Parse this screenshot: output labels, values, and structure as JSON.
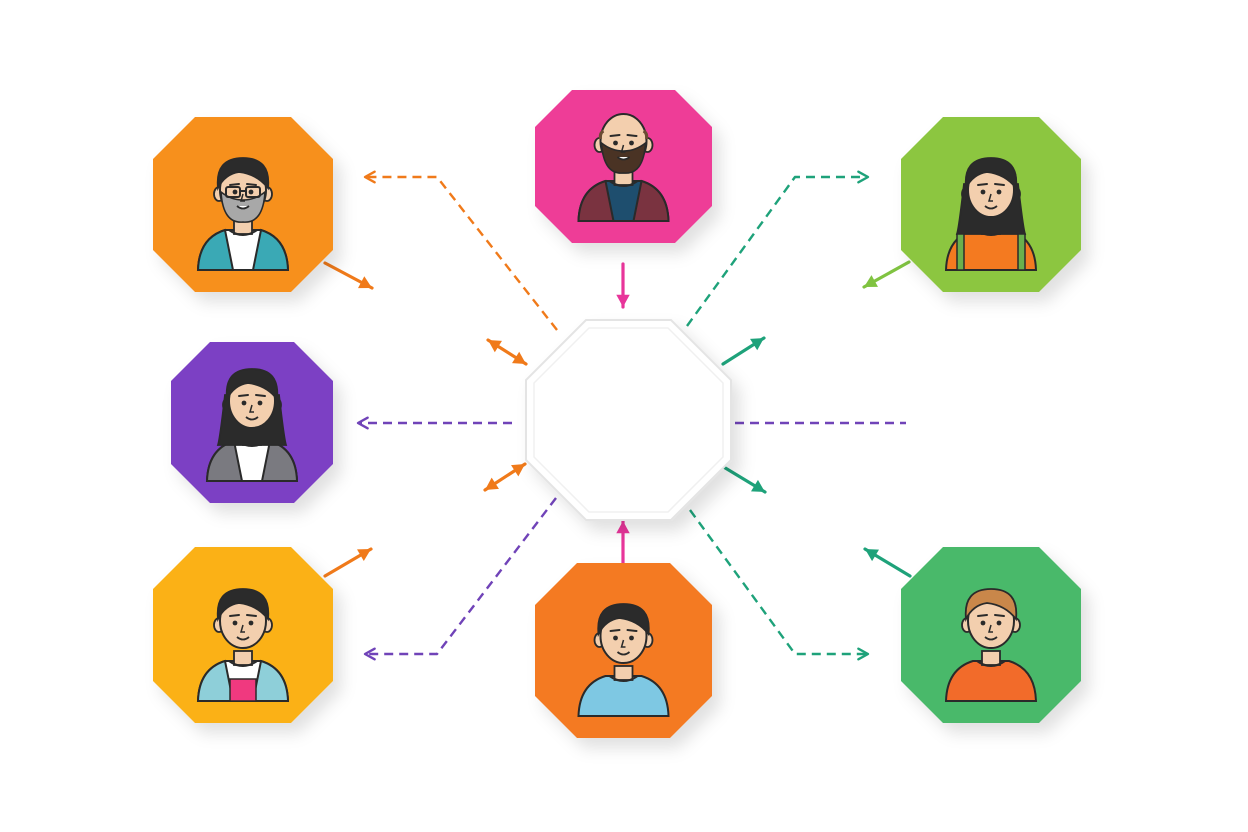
{
  "diagram": {
    "background": "#ffffff",
    "hub": {
      "fill": "#ffffff",
      "stroke": "#e4e4e4"
    },
    "nodes": [
      {
        "id": "top-left",
        "color": "#f7901e",
        "avatar": "man-with-glasses-and-stubble-icon"
      },
      {
        "id": "top-center",
        "color": "#ee3e97",
        "avatar": "bald-bearded-man-icon"
      },
      {
        "id": "top-right",
        "color": "#8cc63f",
        "avatar": "woman-with-backpack-icon"
      },
      {
        "id": "middle-left",
        "color": "#7b3fc4",
        "avatar": "woman-in-blazer-icon"
      },
      {
        "id": "bottom-left",
        "color": "#fbb117",
        "avatar": "man-with-pink-shirt-icon"
      },
      {
        "id": "bottom-center",
        "color": "#f47a20",
        "avatar": "young-man-in-blue-shirt-icon"
      },
      {
        "id": "bottom-right",
        "color": "#49b96b",
        "avatar": "blond-boy-icon"
      }
    ],
    "connector_colors": {
      "orange": "#f07a1a",
      "pink": "#e8359a",
      "green": "#1ea27a",
      "lime": "#80c341",
      "purple": "#7043b8"
    }
  }
}
